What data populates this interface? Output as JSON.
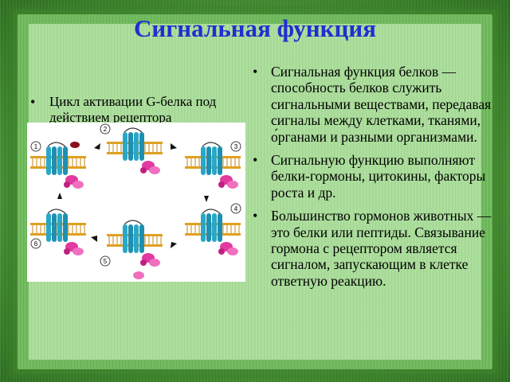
{
  "slide": {
    "title": "Сигнальная функция",
    "left_bullets": [
      "Цикл активации G-белка под действием рецептора"
    ],
    "right_bullets": [
      "Сигнальная функция белков — способность белков служить сигнальными веществами, передавая сигналы между клетками, тканями, о́рганами и разными организмами.",
      "Сигнальную функцию выполняют белки-гормоны, цитокины, факторы роста и др.",
      "Большинство гормонов животных — это белки или пептиды. Связывание гормона с рецептором является сигналом, запускающим в клетке ответную реакцию."
    ],
    "figure": {
      "step_labels": [
        "1",
        "2",
        "3",
        "4",
        "5",
        "6"
      ]
    },
    "colors": {
      "title": "#1f2fd0",
      "helix": "#2aa7c7",
      "protein": "#e23aa0",
      "membrane": "#e0a020"
    }
  }
}
